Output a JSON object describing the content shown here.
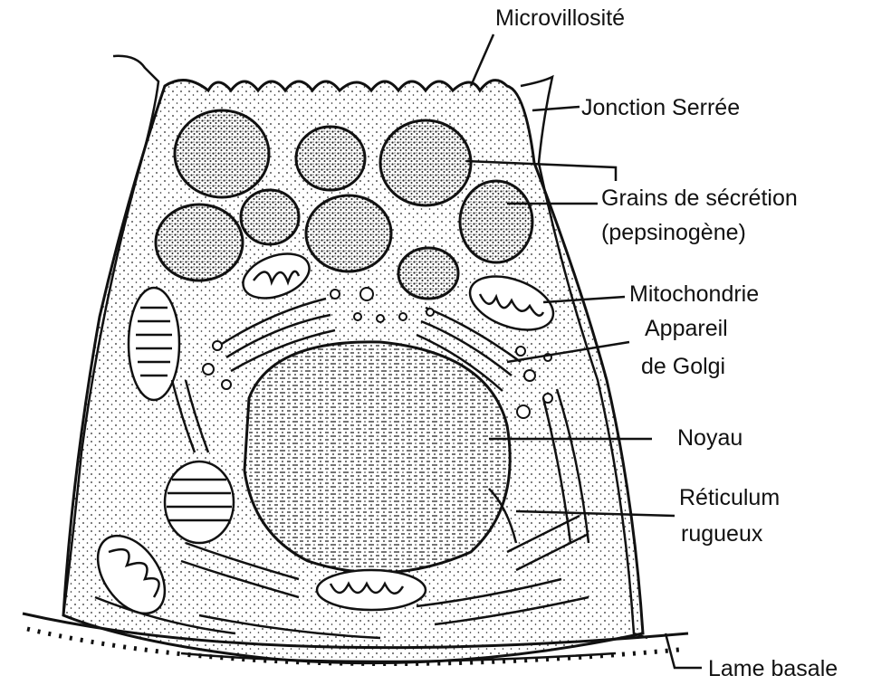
{
  "labels": {
    "microvillosite": "Microvillosité",
    "jonction_serree": "Jonction Serrée",
    "grains_line1": "Grains de sécrétion",
    "grains_line2": "(pepsinogène)",
    "mitochondrie": "Mitochondrie",
    "golgi_line1": "Appareil",
    "golgi_line2": "de Golgi",
    "noyau": "Noyau",
    "reticulum_line1": "Réticulum",
    "reticulum_line2": "rugueux",
    "lame_basale": "Lame basale"
  },
  "colors": {
    "ink": "#111111",
    "background": "#ffffff"
  }
}
